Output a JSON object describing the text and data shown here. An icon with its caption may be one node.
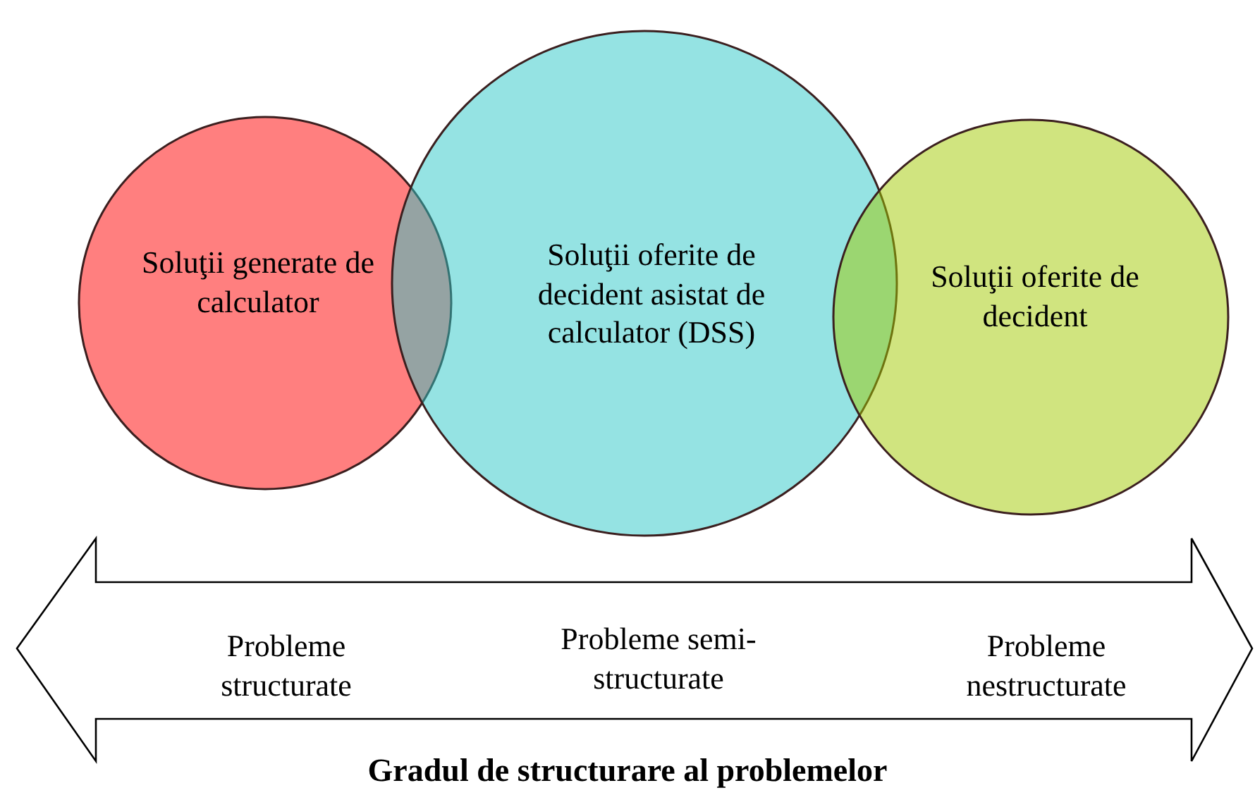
{
  "diagram": {
    "caption": "Gradul de structurare al problemelor",
    "nodes": [
      {
        "text": [
          "Soluţii generate de calculator"
        ]
      },
      {
        "text": [
          "Soluţii oferite de decident asistat de calculator (DSS)"
        ]
      },
      {
        "text": [
          "Soluţii oferite de decident"
        ]
      },
      {
        "text": [
          "Probleme structurate",
          "Probleme semi-structurate",
          "Probleme nestructurate"
        ]
      }
    ]
  }
}
